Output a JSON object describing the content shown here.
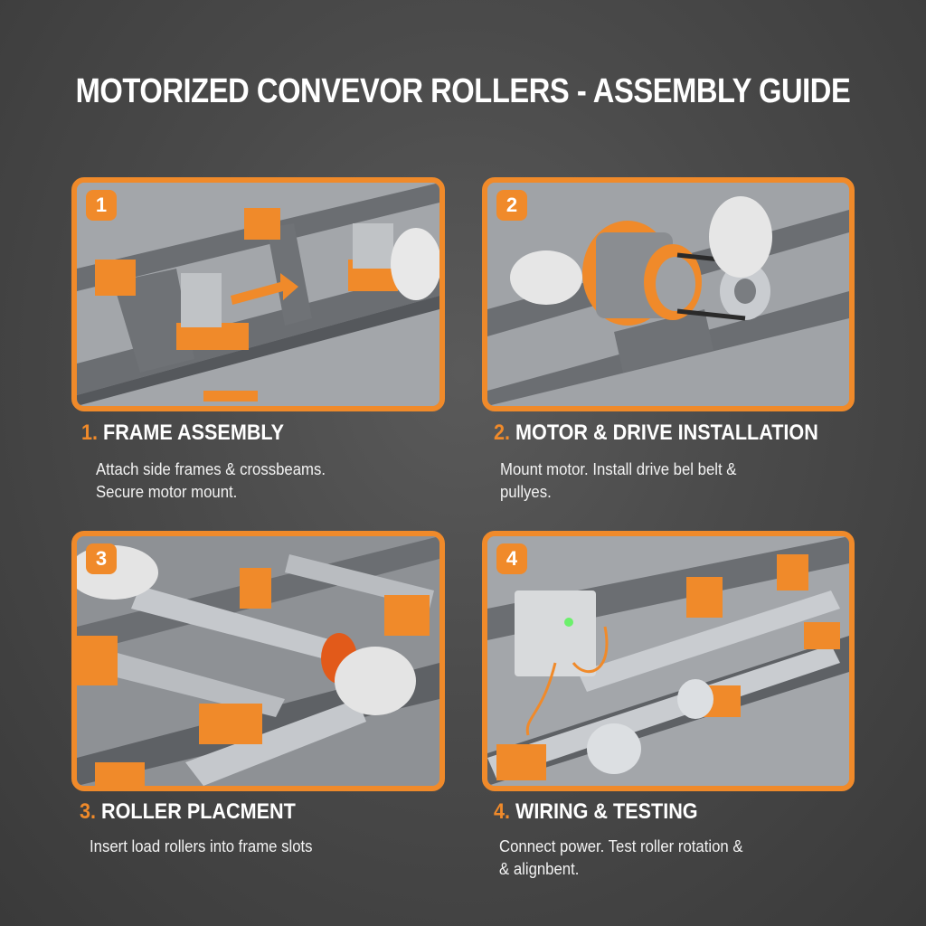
{
  "title": "MOTORIZED CONVEVOR ROLLERS - ASSEMBLY GUIDE",
  "colors": {
    "accent": "#f08a2a",
    "background": "#4a4a4a",
    "text": "#ffffff"
  },
  "steps": [
    {
      "badge": "1",
      "number": "1.",
      "heading": "FRAME ASSEMBLY",
      "description_lines": [
        "Attach side frames & crossbeams.",
        "Secure motor mount."
      ],
      "illustration": "frame-assembly-illustration"
    },
    {
      "badge": "2",
      "number": "2.",
      "heading": "MOTOR & DRIVE INSTALLATION",
      "description_lines": [
        "Mount motor. Install drive bel belt &",
        "pullyes."
      ],
      "illustration": "motor-drive-illustration"
    },
    {
      "badge": "3",
      "number": "3.",
      "heading": "ROLLER PLACMENT",
      "description_lines": [
        "Insert load rollers into frame slots"
      ],
      "illustration": "roller-placement-illustration"
    },
    {
      "badge": "4",
      "number": "4.",
      "heading": "WIRING & TESTING",
      "description_lines": [
        "Connect power. Test roller rotation &",
        "& alignbent."
      ],
      "illustration": "wiring-testing-illustration"
    }
  ]
}
